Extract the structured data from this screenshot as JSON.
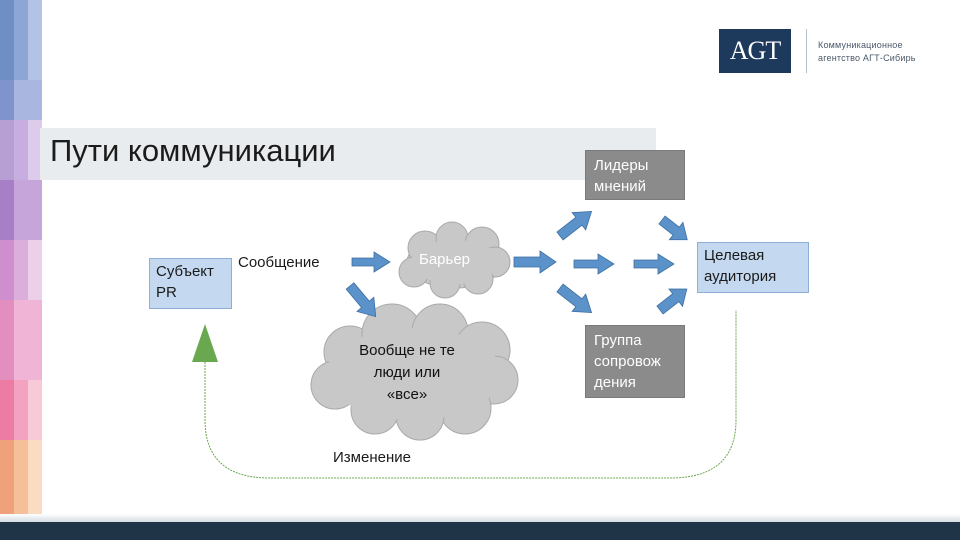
{
  "slide": {
    "title": "Пути коммуникации",
    "brand": {
      "logo_text": "AGT",
      "caption_line1": "Коммуникационное",
      "caption_line2": "агентство АГТ-Сибирь"
    }
  },
  "diagram": {
    "nodes": {
      "subject": {
        "line1": "Субъект",
        "line2": "PR"
      },
      "message": "Сообщение",
      "barrier": "Барьер",
      "wrong_people": {
        "line1": "Вообще не те",
        "line2": "люди или",
        "line3": "«все»"
      },
      "leaders": {
        "line1": "Лидеры",
        "line2": "мнений"
      },
      "target": {
        "line1": "Целевая",
        "line2": "аудитория"
      },
      "group": {
        "line1": "Группа",
        "line2": "сопровож",
        "line3": "дения"
      },
      "change": "Изменение"
    },
    "colors": {
      "arrow_blue": "#5b92c9",
      "arrow_green": "#6aa84f",
      "cloud_gray": "#c8c8c8",
      "box_blue": "#c4d9f0",
      "box_gray": "#8b8b8b"
    }
  }
}
